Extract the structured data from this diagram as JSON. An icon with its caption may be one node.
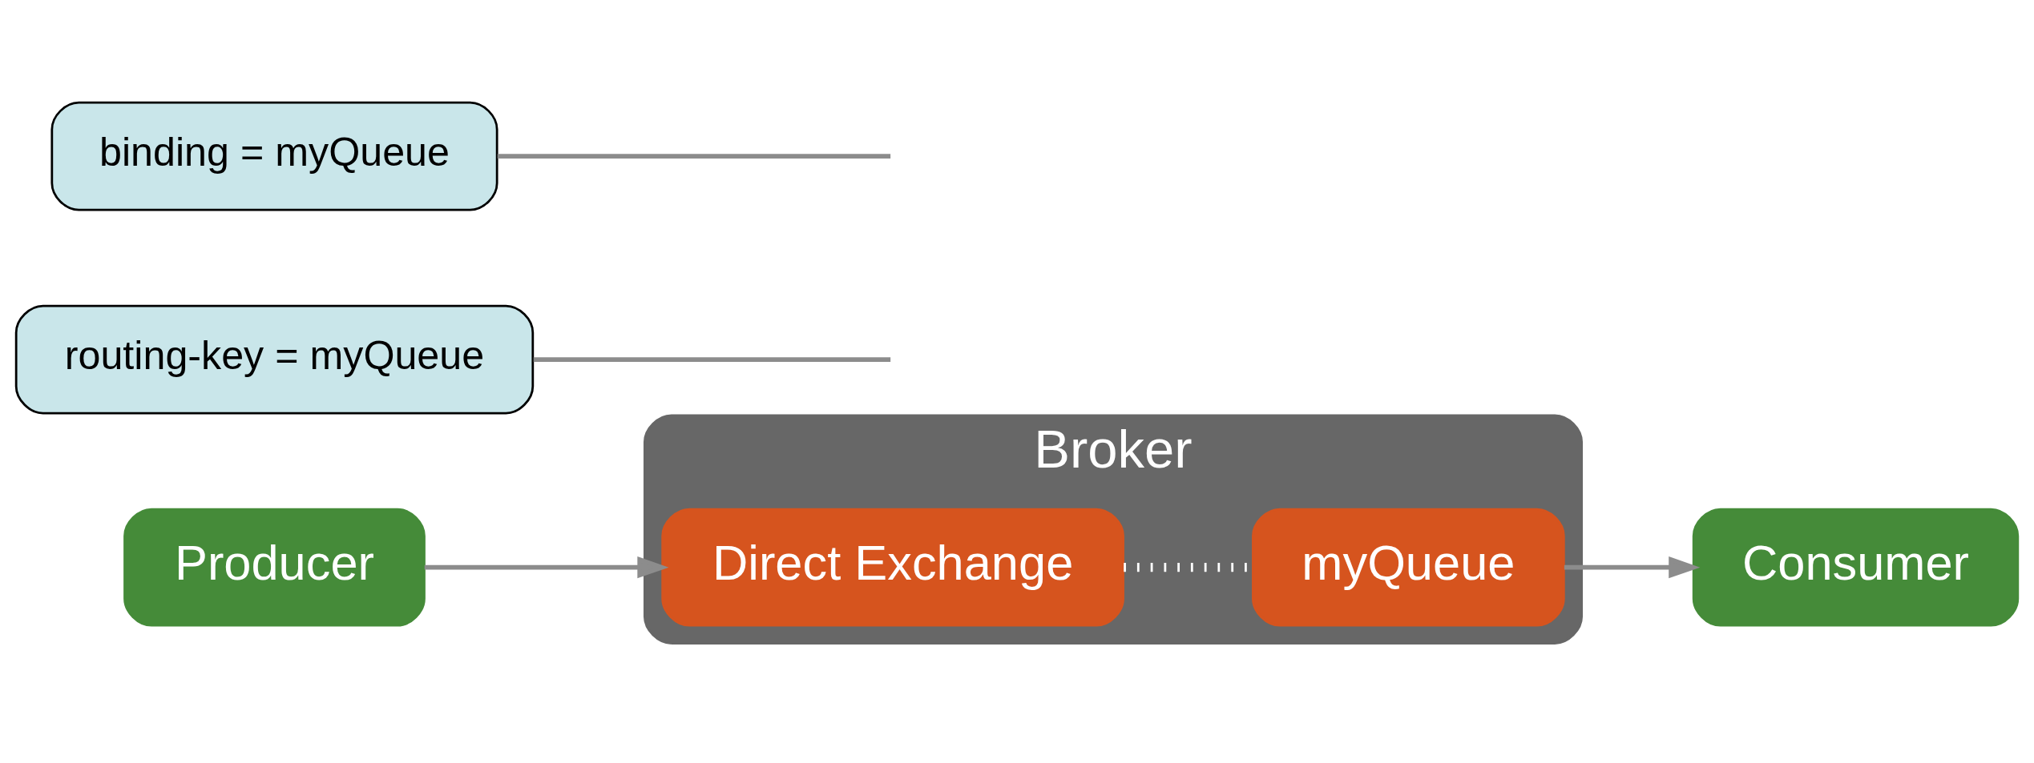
{
  "diagram": {
    "nodes": [
      {
        "text": [
          "Producer"
        ]
      },
      {
        "text": [
          "Broker"
        ]
      },
      {
        "text": [
          "Direct Exchange"
        ],
        "in": 1
      },
      {
        "text": [
          "myQueue"
        ],
        "in": 1
      },
      {
        "text": [
          "Consumer"
        ]
      },
      {
        "text": [
          "routing-key = myQueue"
        ]
      },
      {
        "text": [
          "binding = myQueue"
        ]
      }
    ],
    "edges": [
      {
        "from": 0,
        "to": 2,
        "arrow": "to"
      },
      {
        "from": 2,
        "to": 3,
        "arrow": "none",
        "style": "dashed",
        "color": "#ffffff"
      },
      {
        "from": 3,
        "to": 4,
        "arrow": "to"
      },
      {
        "from": 5,
        "to": null,
        "arrow": "none"
      },
      {
        "from": 6,
        "to": null,
        "arrow": "none"
      }
    ]
  }
}
